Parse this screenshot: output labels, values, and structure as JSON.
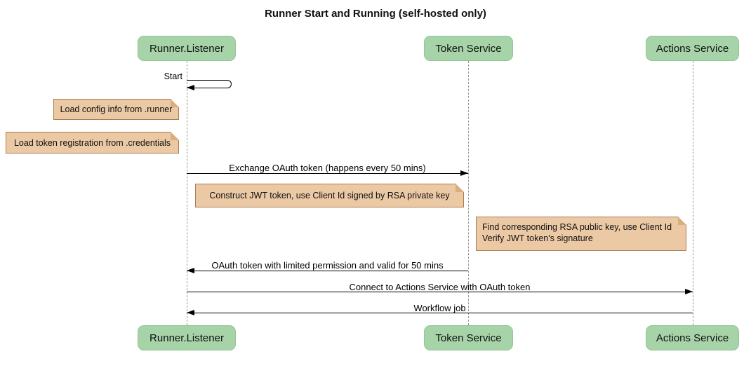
{
  "title": "Runner Start and Running (self-hosted only)",
  "participants": [
    {
      "id": "runner-listener",
      "label": "Runner.Listener"
    },
    {
      "id": "token-service",
      "label": "Token Service"
    },
    {
      "id": "actions-service",
      "label": "Actions Service"
    }
  ],
  "messages": [
    {
      "label": "Start",
      "type": "self",
      "from": "runner-listener",
      "to": "runner-listener"
    },
    {
      "label": "Exchange OAuth token (happens every 50 mins)",
      "type": "solid-arrow",
      "from": "runner-listener",
      "to": "token-service"
    },
    {
      "label": "OAuth token with limited permission and valid for 50 mins",
      "type": "solid-arrow",
      "from": "token-service",
      "to": "runner-listener"
    },
    {
      "label": "Connect to Actions Service with OAuth token",
      "type": "solid-arrow",
      "from": "runner-listener",
      "to": "actions-service"
    },
    {
      "label": "Workflow job",
      "type": "solid-arrow",
      "from": "actions-service",
      "to": "runner-listener"
    }
  ],
  "notes": [
    {
      "label": "Load config info from .runner",
      "position": "left of runner-listener"
    },
    {
      "label": "Load token registration from .credentials",
      "position": "left of runner-listener"
    },
    {
      "label": "Construct JWT token, use Client Id signed by RSA private key",
      "position": "between runner-listener and token-service"
    },
    {
      "lines": [
        "Find corresponding RSA public key, use Client Id",
        "Verify JWT token's signature"
      ],
      "position": "left of actions-service"
    }
  ],
  "colors": {
    "participant_fill": "#a6d3a7",
    "participant_border": "#93c594",
    "note_fill": "#ebc9a4",
    "note_border": "#ab7d4e",
    "note_fold": "#d9ad7c",
    "lifeline": "#999999",
    "arrow": "#000000"
  }
}
